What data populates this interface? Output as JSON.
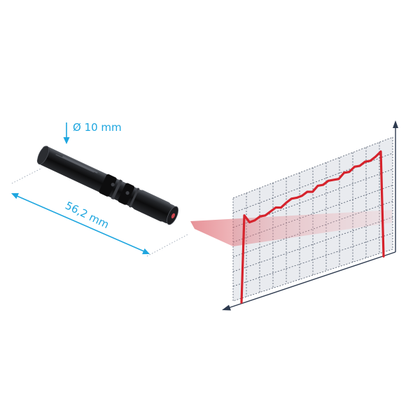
{
  "annotations": {
    "diameter_label": "Ø 10 mm",
    "length_label": "56,2 mm"
  },
  "colors": {
    "dimension_blue": "#1ea6df",
    "beam_red": "#e08a8f",
    "profile_red": "#d6232c",
    "grid_panel": "#e9ebef",
    "grid_lines": "#4a5567",
    "axis_dark": "#2d3a4f",
    "housing_black": "#111111"
  },
  "icons": {
    "length_arrow": "double-headed-arrow",
    "diameter_arrow": "down-arrow"
  },
  "beam_profile": {
    "type": "flat-top intensity profile",
    "samples": [
      0.0,
      0.88,
      0.79,
      0.79,
      0.81,
      0.8,
      0.82,
      0.84,
      0.82,
      0.85,
      0.87,
      0.86,
      0.86,
      0.88,
      0.86,
      0.9,
      0.89,
      0.91,
      0.9,
      0.89,
      0.93,
      0.92,
      0.95,
      0.94,
      0.96,
      0.95,
      0.97,
      1.0,
      0.0
    ]
  }
}
